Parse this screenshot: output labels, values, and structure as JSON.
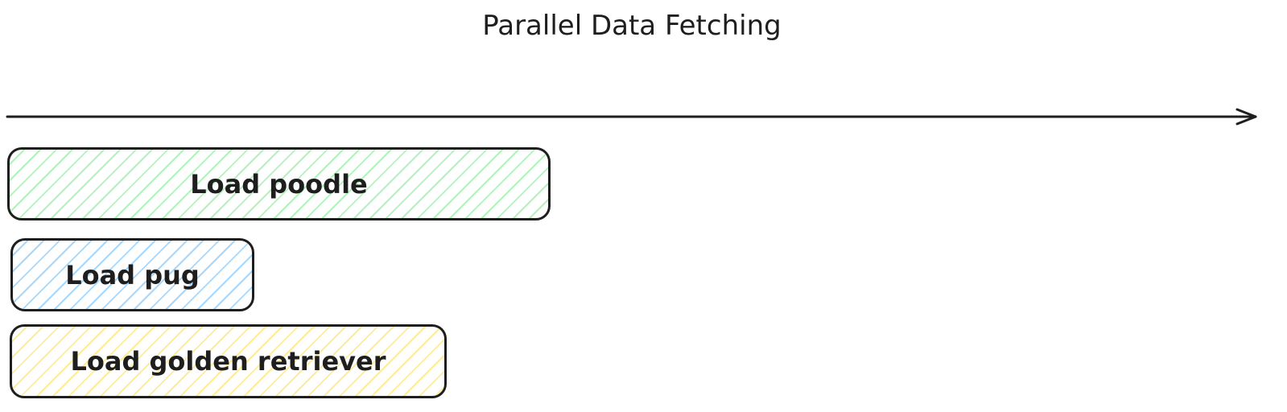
{
  "diagram": {
    "title": "Parallel Data Fetching",
    "tasks": [
      {
        "label": "Load poodle",
        "hatch_color": "#b2f2bb"
      },
      {
        "label": "Load pug",
        "hatch_color": "#a5d8ff"
      },
      {
        "label": "Load golden retriever",
        "hatch_color": "#ffec99"
      }
    ],
    "colors": {
      "stroke": "#1e1e1e",
      "background": "#ffffff"
    }
  }
}
